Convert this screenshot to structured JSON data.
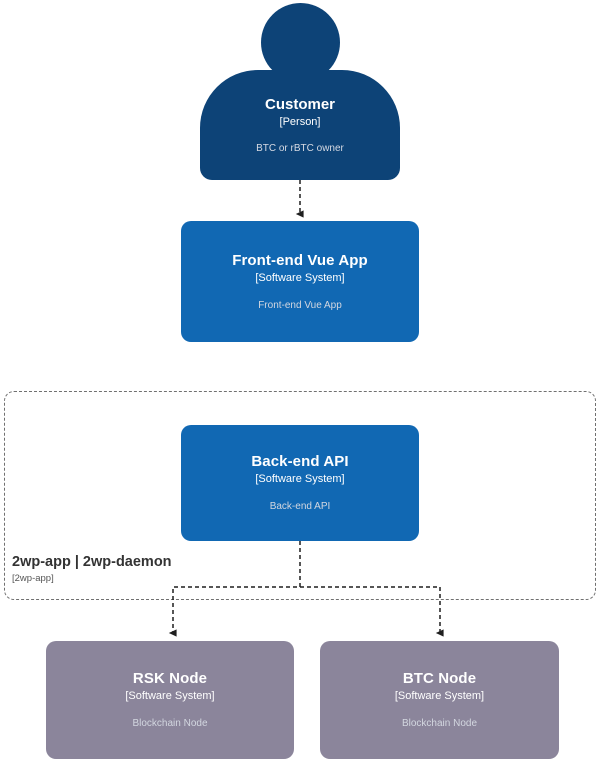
{
  "diagram": {
    "type": "c4-context-diagram",
    "background": "#ffffff",
    "palette": {
      "person": "#0d4377",
      "software_system": "#1168b3",
      "external_system": "#8b859b",
      "boundary_border": "#707070",
      "edge": "#2b2b2b",
      "title_text": "#ffffff",
      "description_text": "#d3d7e0"
    }
  },
  "elements": {
    "customer": {
      "name": "Customer",
      "tech": "[Person]",
      "description": "BTC or rBTC owner",
      "shape": "person"
    },
    "frontend": {
      "name": "Front-end Vue App",
      "tech": "[Software System]",
      "description": "Front-end Vue App",
      "shape": "box"
    },
    "backend": {
      "name": "Back-end API",
      "tech": "[Software System]",
      "description": "Back-end API",
      "shape": "box"
    },
    "rsk_node": {
      "name": "RSK Node",
      "tech": "[Software System]",
      "description": "Blockchain Node",
      "shape": "box"
    },
    "btc_node": {
      "name": "BTC Node",
      "tech": "[Software System]",
      "description": "Blockchain Node",
      "shape": "box"
    }
  },
  "boundary": {
    "name": "2wp-app | 2wp-daemon",
    "tech": "[2wp-app]",
    "style": "dashed"
  },
  "relationships": [
    {
      "from": "customer",
      "to": "frontend",
      "style": "dashed",
      "arrow": "down"
    },
    {
      "from": "backend",
      "to": "rsk_node",
      "style": "dashed",
      "arrow": "down"
    },
    {
      "from": "backend",
      "to": "btc_node",
      "style": "dashed",
      "arrow": "down"
    }
  ]
}
